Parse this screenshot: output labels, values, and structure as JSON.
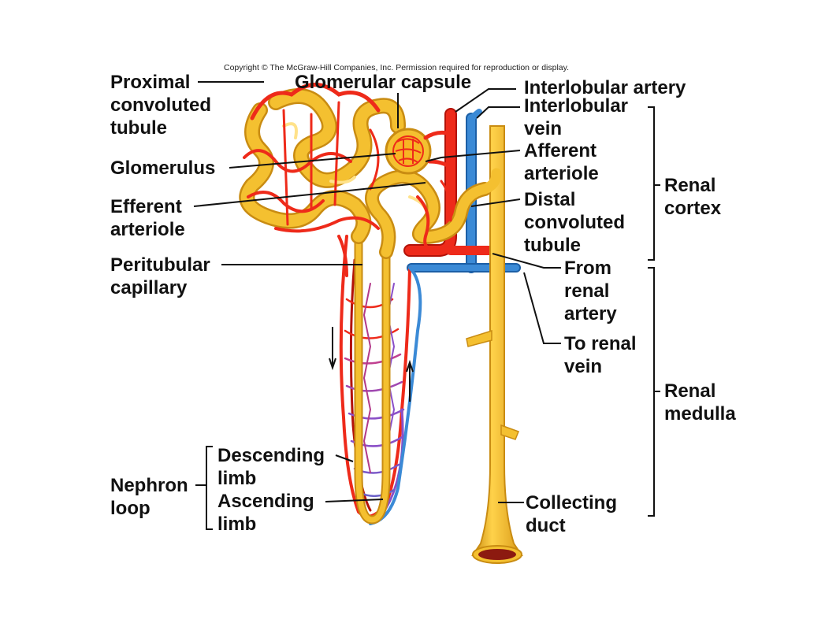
{
  "copyright": "Copyright © The McGraw-Hill Companies, Inc. Permission required for reproduction or display.",
  "colors": {
    "artery": "#ee2a1a",
    "artery_dark": "#b31208",
    "vein": "#3b8ad6",
    "vein_dark": "#1c5fa6",
    "tubule": "#f4c030",
    "tubule_light": "#ffe28a",
    "tubule_dark": "#c98c12",
    "capillary_mid": "#8a4fc7",
    "leader": "#111111"
  },
  "labels": {
    "proximal": [
      "Proximal",
      "convoluted",
      "tubule"
    ],
    "capsule": [
      "Glomerular capsule"
    ],
    "interlobular_artery": [
      "Interlobular artery"
    ],
    "interlobular_vein": [
      "Interlobular",
      "vein"
    ],
    "glomerulus": [
      "Glomerulus"
    ],
    "afferent": [
      "Afferent",
      "arteriole"
    ],
    "efferent": [
      "Efferent",
      "arteriole"
    ],
    "distal": [
      "Distal",
      "convoluted",
      "tubule"
    ],
    "renal_cortex": [
      "Renal",
      "cortex"
    ],
    "peritubular": [
      "Peritubular",
      "capillary"
    ],
    "from_renal_artery": [
      "From",
      "renal",
      "artery"
    ],
    "to_renal_vein": [
      "To renal",
      "vein"
    ],
    "renal_medulla": [
      "Renal",
      "medulla"
    ],
    "descending": [
      "Descending",
      "limb"
    ],
    "ascending": [
      "Ascending",
      "limb"
    ],
    "nephron_loop": [
      "Nephron",
      "loop"
    ],
    "collecting_duct": [
      "Collecting",
      "duct"
    ]
  }
}
